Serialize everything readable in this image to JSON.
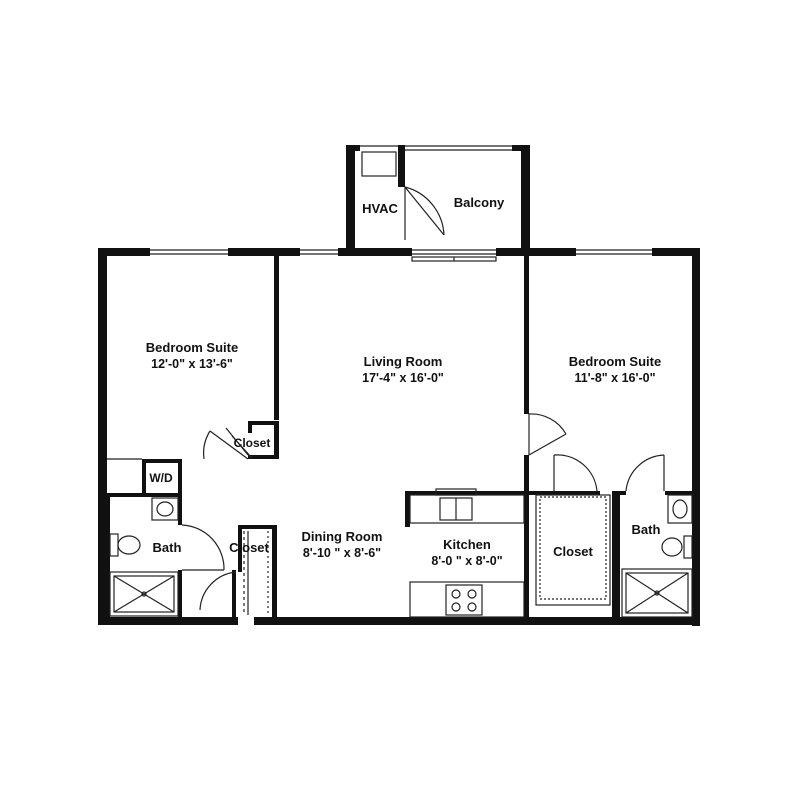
{
  "plan": {
    "colors": {
      "wall": "#111111",
      "line": "#222222",
      "background": "#ffffff"
    },
    "rooms": {
      "hvac": {
        "label": "HVAC"
      },
      "balcony": {
        "label": "Balcony"
      },
      "bedroom_left": {
        "label": "Bedroom Suite",
        "dims": "12'-0\" x 13'-6\""
      },
      "living": {
        "label": "Living Room",
        "dims": "17'-4\" x 16'-0\""
      },
      "bedroom_right": {
        "label": "Bedroom Suite",
        "dims": "11'-8\" x 16'-0\""
      },
      "closet_left": {
        "label": "Closet"
      },
      "wd": {
        "label": "W/D"
      },
      "bath_left": {
        "label": "Bath"
      },
      "closet_center": {
        "label": "Closet"
      },
      "dining": {
        "label": "Dining Room",
        "dims": "8'-10 \" x 8'-6\""
      },
      "kitchen": {
        "label": "Kitchen",
        "dims": "8'-0 \" x 8'-0\""
      },
      "closet_right": {
        "label": "Closet"
      },
      "bath_right": {
        "label": "Bath"
      }
    },
    "icons": [
      "door-swing-icon",
      "toilet-icon",
      "sink-icon",
      "shower-icon",
      "stove-icon",
      "kitchen-sink-icon",
      "window-icon"
    ]
  }
}
